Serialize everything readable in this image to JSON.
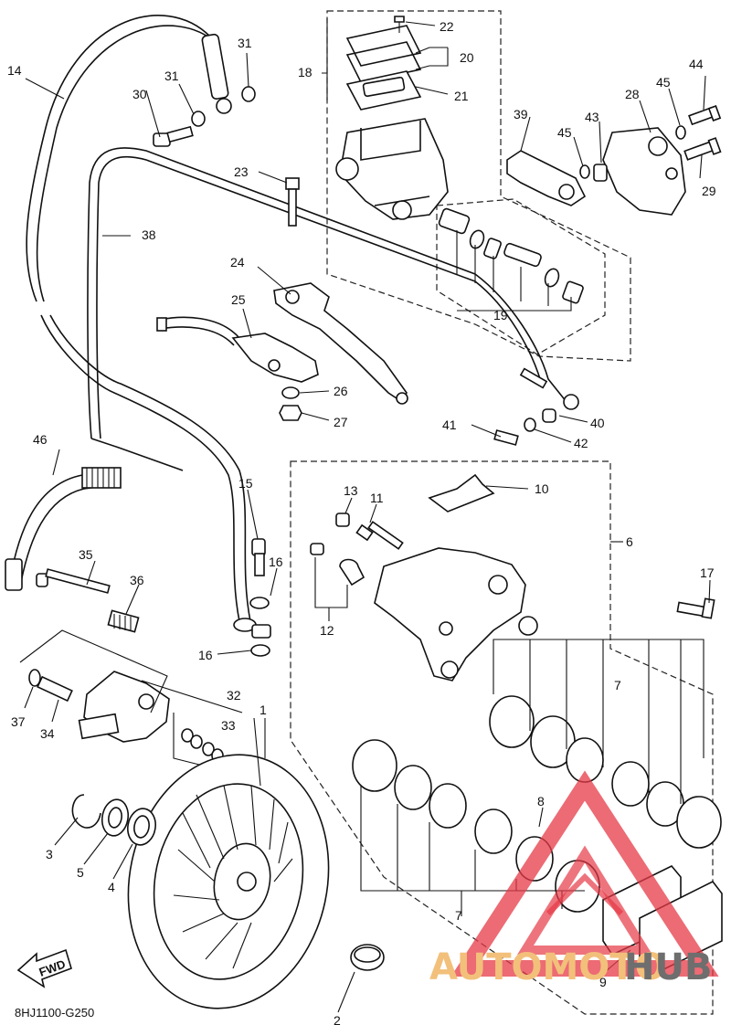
{
  "diagram_code": "8HJ1100-G250",
  "fwd_label": "FWD",
  "watermark": {
    "part1": "AUTOMOTO",
    "part2": "HUB",
    "accent_color": "#e63946",
    "text_color_1": "#f2c07a",
    "text_color_2": "#6e6e6e"
  },
  "callouts": {
    "c1": "1",
    "c2": "2",
    "c3": "3",
    "c4": "4",
    "c5": "5",
    "c6": "6",
    "c7a": "7",
    "c7b": "7",
    "c8": "8",
    "c9": "9",
    "c10": "10",
    "c11": "11",
    "c12": "12",
    "c13": "13",
    "c14": "14",
    "c15": "15",
    "c16a": "16",
    "c16b": "16",
    "c17": "17",
    "c18": "18",
    "c19": "19",
    "c20": "20",
    "c21": "21",
    "c22": "22",
    "c23": "23",
    "c24": "24",
    "c25": "25",
    "c26": "26",
    "c27": "27",
    "c28": "28",
    "c29": "29",
    "c30": "30",
    "c31a": "31",
    "c31b": "31",
    "c32": "32",
    "c33": "33",
    "c34": "34",
    "c35": "35",
    "c36": "36",
    "c37": "37",
    "c38": "38",
    "c39": "39",
    "c40": "40",
    "c41": "41",
    "c42": "42",
    "c43": "43",
    "c44": "44",
    "c45a": "45",
    "c45b": "45",
    "c46": "46"
  }
}
